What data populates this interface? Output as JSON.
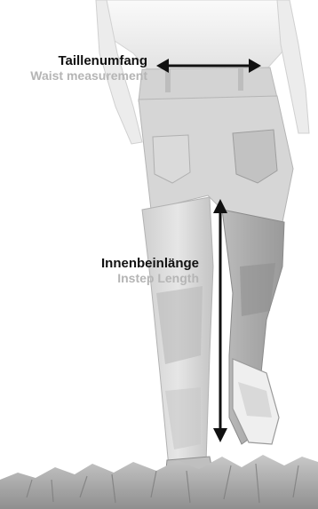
{
  "waist": {
    "label_de": "Taillenumfang",
    "label_en": "Waist measurement"
  },
  "instep": {
    "label_de": "Innenbeinlänge",
    "label_en": "Instep Length"
  },
  "colors": {
    "arrow": "#111111",
    "label_primary": "#111111",
    "label_secondary": "#b5b5b5",
    "figure_light": "#e4e4e4",
    "figure_mid": "#bdbdbd",
    "figure_dark": "#8e8e8e",
    "grass": "#9a9a9a"
  },
  "icons": {
    "waist_arrow": "double-headed-horizontal-arrow",
    "instep_arrow": "double-headed-vertical-arrow"
  }
}
